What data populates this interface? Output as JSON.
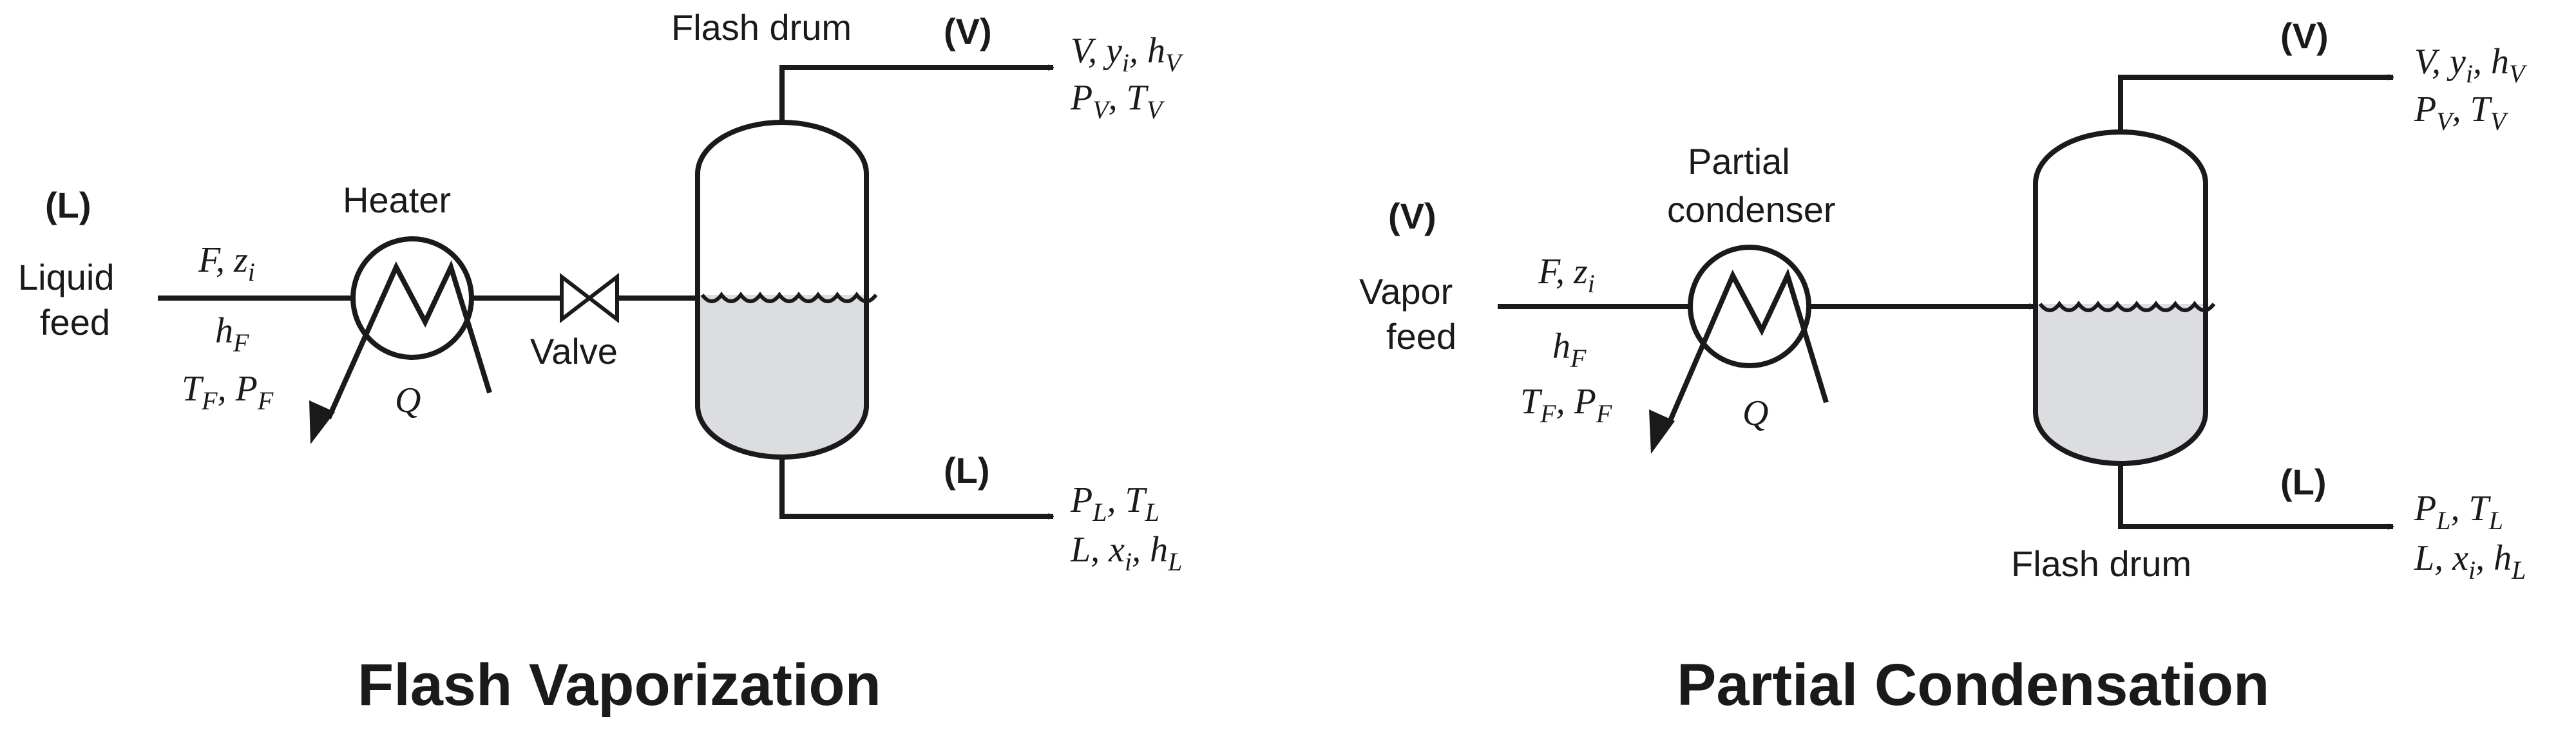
{
  "panels": [
    {
      "caption": "Flash Vaporization",
      "feed_state": "(L)",
      "feed_label_line1": "Liquid",
      "feed_label_line2": "feed",
      "feed_vars_1": "F, z",
      "feed_vars_1_sub": "i",
      "feed_h": "h",
      "feed_h_sub": "F",
      "feed_tp": "T",
      "feed_tp_sub1": "F",
      "feed_tp_mid": ", P",
      "feed_tp_sub2": "F",
      "exchanger_label": "Heater",
      "q_label": "Q",
      "valve_label": "Valve",
      "drum_label": "Flash drum",
      "vapor_state": "(V)",
      "vapor_vars_1": "V, y",
      "vapor_vars_1_sub": "i",
      "vapor_vars_1_mid": ", h",
      "vapor_vars_1_sub2": "V",
      "vapor_vars_2": "P",
      "vapor_vars_2_sub": "V",
      "vapor_vars_2_mid": ", T",
      "vapor_vars_2_sub2": "V",
      "liquid_state": "(L)",
      "liquid_vars_1": "P",
      "liquid_vars_1_sub": "L",
      "liquid_vars_1_mid": ", T",
      "liquid_vars_1_sub2": "L",
      "liquid_vars_2": "L, x",
      "liquid_vars_2_sub": "i",
      "liquid_vars_2_mid": ", h",
      "liquid_vars_2_sub2": "L"
    },
    {
      "caption": "Partial Condensation",
      "feed_state": "(V)",
      "feed_label_line1": "Vapor",
      "feed_label_line2": "feed",
      "feed_vars_1": "F, z",
      "feed_vars_1_sub": "i",
      "feed_h": "h",
      "feed_h_sub": "F",
      "feed_tp": "T",
      "feed_tp_sub1": "F",
      "feed_tp_mid": ", P",
      "feed_tp_sub2": "F",
      "exchanger_label_line1": "Partial",
      "exchanger_label_line2": "condenser",
      "q_label": "Q",
      "drum_label": "Flash drum",
      "vapor_state": "(V)",
      "vapor_vars_1": "V, y",
      "vapor_vars_1_sub": "i",
      "vapor_vars_1_mid": ", h",
      "vapor_vars_1_sub2": "V",
      "vapor_vars_2": "P",
      "vapor_vars_2_sub": "V",
      "vapor_vars_2_mid": ", T",
      "vapor_vars_2_sub2": "V",
      "liquid_state": "(L)",
      "liquid_vars_1": "P",
      "liquid_vars_1_sub": "L",
      "liquid_vars_1_mid": ", T",
      "liquid_vars_1_sub2": "L",
      "liquid_vars_2": "L, x",
      "liquid_vars_2_sub": "i",
      "liquid_vars_2_mid": ", h",
      "liquid_vars_2_sub2": "L"
    }
  ],
  "colors": {
    "stroke": "#1a1a1a",
    "liquid_fill": "#dcdde0",
    "background": "#ffffff"
  }
}
